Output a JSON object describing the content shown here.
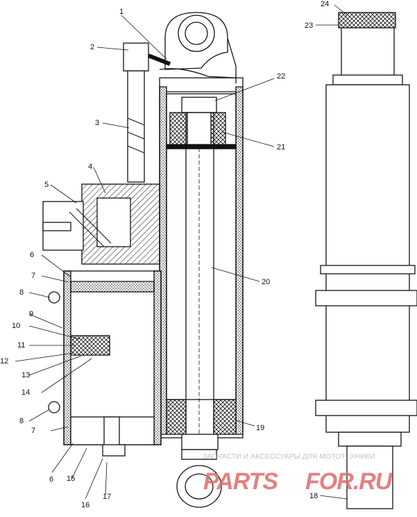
{
  "labels": {
    "l1": "1",
    "l2": "2",
    "l3": "3",
    "l4": "4",
    "l5": "5",
    "l6a": "6",
    "l6b": "6",
    "l7a": "7",
    "l7b": "7",
    "l8a": "8",
    "l8b": "8",
    "l9": "9",
    "l10": "10",
    "l11": "11",
    "l12": "12",
    "l13": "13",
    "l14": "14",
    "l15": "15",
    "l16": "16",
    "l17": "17",
    "l18": "18",
    "l19": "19",
    "l20": "20",
    "l21": "21",
    "l22": "22",
    "l23": "23",
    "l24": "24"
  },
  "watermark": {
    "tagline": "ЗАПЧАСТИ И АКСЕССУАРЫ ДЛЯ МОТОТЕХНИКИ",
    "brand_left": "PARTS",
    "brand_right": "FOR.RU"
  },
  "colors": {
    "ink": "#111111",
    "watermark_red": "#e06a6a",
    "watermark_grey": "#b9b9b9"
  }
}
